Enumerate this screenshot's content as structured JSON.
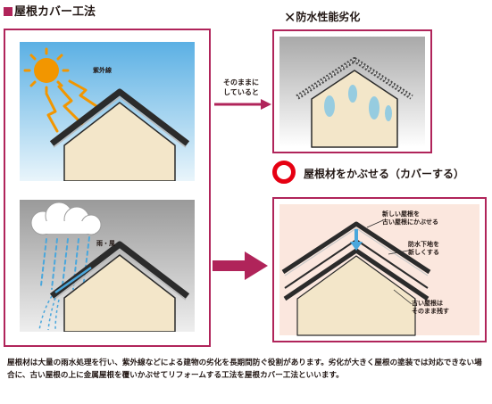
{
  "header": {
    "title": "屋根カバー工法"
  },
  "left_panels": {
    "top_label": "紫外線",
    "bottom_label": "雨・風"
  },
  "arrow_top": {
    "label_line1": "そのままに",
    "label_line2": "していると"
  },
  "result_bad": {
    "mark": "✕",
    "title": "防水性能劣化"
  },
  "result_good": {
    "mark": "○",
    "title": "屋根材をかぶせる（カバーする）"
  },
  "callouts": {
    "new_roof_line1": "新しい屋根を",
    "new_roof_line2": "古い屋根にかぶせる",
    "sheet_line1": "防水下地を",
    "sheet_line2": "新しくする",
    "old_roof_line1": "古い屋根は",
    "old_roof_line2": "そのまま残す"
  },
  "description": "屋根材は大量の雨水処理を行い、紫外線などによる建物の劣化を長期間防ぐ役割があります。劣化が大きく屋根の塗装では対応できない場合に、古い屋根の上に金属屋根を覆いかぶせてリフォームする工法を屋根カバー工法といいます。",
  "colors": {
    "accent": "#b0245a",
    "house_wall": "#f3e6c9",
    "roof": "#2b2b2b",
    "sun": "#f29600",
    "rain": "#4aa7dc"
  }
}
